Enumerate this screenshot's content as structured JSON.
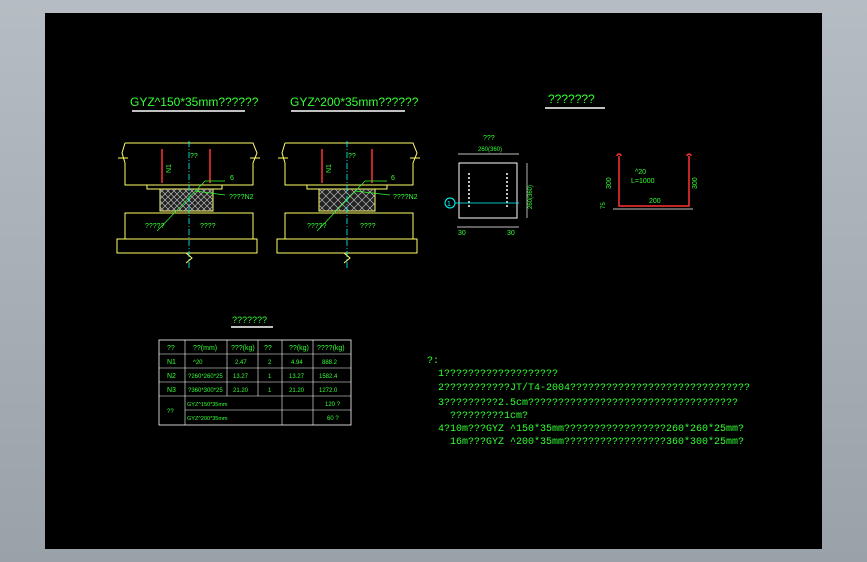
{
  "drawing": {
    "title_left": "GYZ^150*35mm??????",
    "title_mid": "GYZ^200*35mm??????",
    "title_right": "???????",
    "detail_left": {
      "label_q1": "??",
      "n1": "N1",
      "n2_label": "????N2",
      "left_label": "?????",
      "right_label": "????",
      "angle": "6"
    },
    "detail_mid": {
      "label_q1": "??",
      "n1": "N1",
      "n2_label": "????N2",
      "left_label": "?????",
      "right_label": "????",
      "angle": "6"
    },
    "plate": {
      "top_label": "???",
      "dim_top": "260(360)",
      "dim_side": "260(360)",
      "dim_left": "30",
      "dim_right": "30",
      "callout": "1"
    },
    "rebar": {
      "dim_left": "300",
      "dim_right": "300",
      "mark": "^20",
      "mark2": "L=1000",
      "dim_bottom": "200",
      "dim_small": "75"
    }
  },
  "table": {
    "title": "???????",
    "headers": [
      "??",
      "??(mm)",
      "???(kg)",
      "??",
      "??(kg)",
      "????(kg)"
    ],
    "rows": [
      [
        "N1",
        "^20",
        "2.47",
        "2",
        "4.94",
        "888.2"
      ],
      [
        "N2",
        "?260*260*25",
        "13.27",
        "1",
        "13.27",
        "1582.4"
      ],
      [
        "N3",
        "?360*300*25",
        "21.20",
        "1",
        "21.20",
        "1272.0"
      ]
    ],
    "merged_label": "??",
    "extra_rows": [
      [
        "GYZ^150*35mm",
        "120 ?"
      ],
      [
        "GYZ^200*35mm",
        "60 ?"
      ]
    ]
  },
  "notes": {
    "heading": "?:",
    "lines": [
      "1???????????????????",
      "2???????????JT/T4-2004??????????????????????????????",
      "3?????????2.5cm???????????????????????????????????",
      "  ?????????1cm?",
      "4?10m???GYZ ^150*35mm?????????????????260*260*25mm?",
      "  16m???GYZ ^200*35mm?????????????????360*300*25mm?"
    ]
  },
  "colors": {
    "background": "#000000",
    "structure": "#ffff66",
    "annotation": "#33ff33",
    "dimension": "#00ffff",
    "rebar": "#ff3333",
    "table_line": "#ffffff"
  }
}
